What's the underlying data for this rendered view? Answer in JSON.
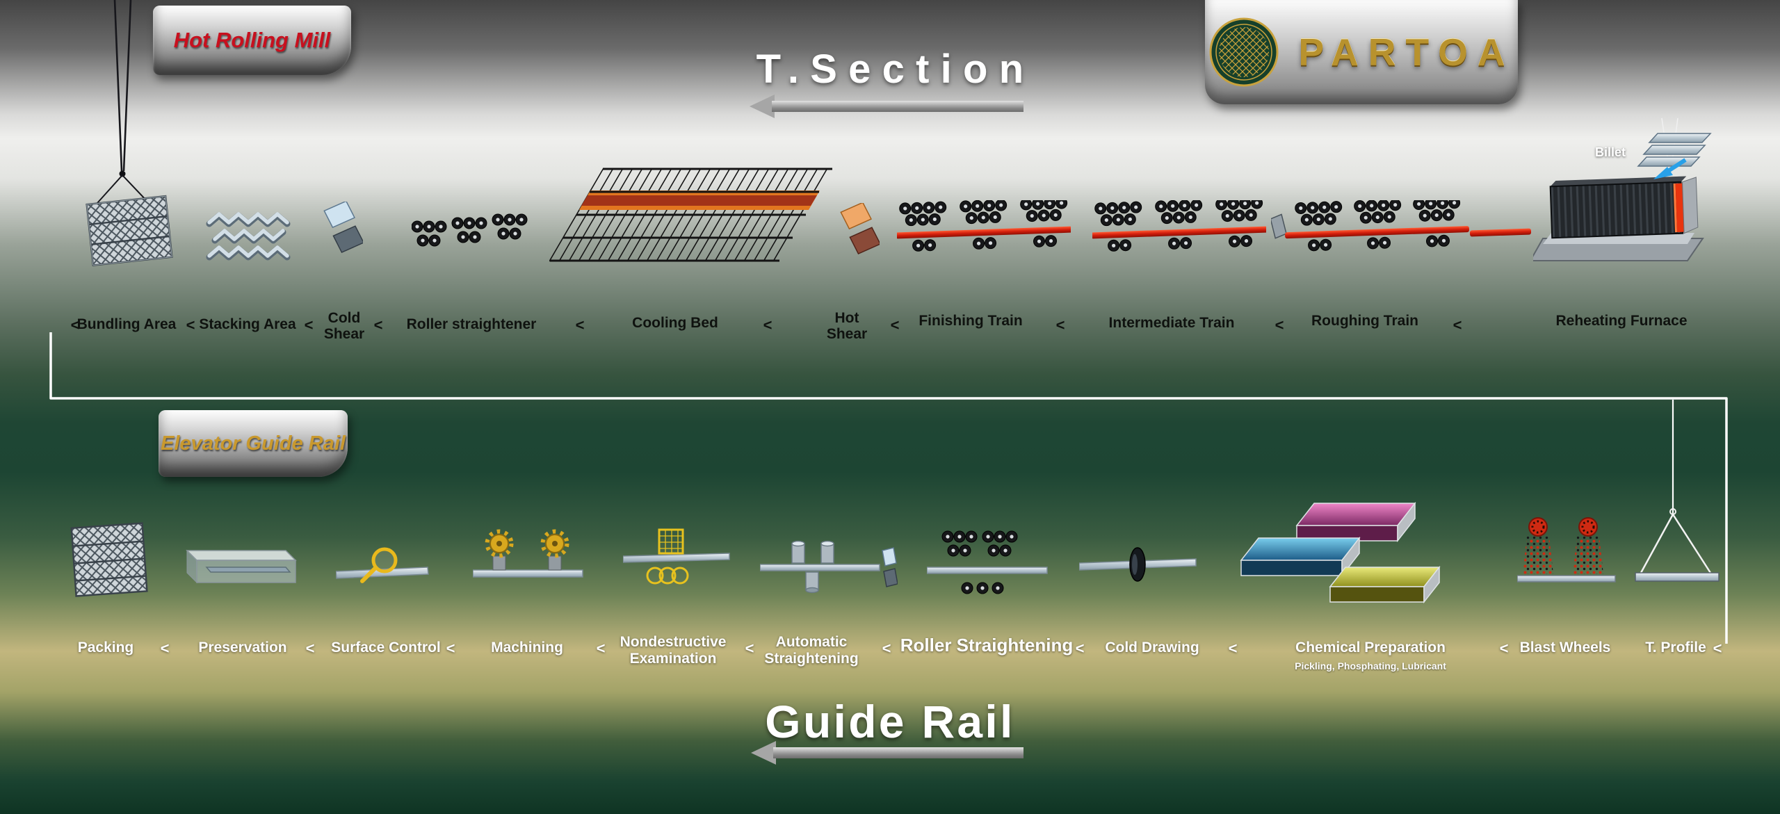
{
  "titles": {
    "top_flow": "T.Section",
    "bottom_flow": "Guide Rail"
  },
  "branding": {
    "mill_plaque": "Hot Rolling Mill",
    "line_plaque": "Elevator Guide Rail",
    "company": "PARTOA"
  },
  "separator": "<",
  "top_line": {
    "billet_label": "Billet",
    "stations": [
      {
        "label": "Bundling Area",
        "icon": "bundled-stack-icon"
      },
      {
        "label": "Stacking Area",
        "icon": "stacked-profiles-icon"
      },
      {
        "label": "Cold Shear",
        "icon": "shear-blades-icon"
      },
      {
        "label": "Roller straightener",
        "icon": "roller-cluster-icon"
      },
      {
        "label": "Cooling Bed",
        "icon": "cooling-bed-icon"
      },
      {
        "label": "Hot Shear",
        "icon": "hot-shear-blades-icon"
      },
      {
        "label": "Finishing Train",
        "icon": "roll-stand-train-icon"
      },
      {
        "label": "Intermediate Train",
        "icon": "roll-stand-train-icon"
      },
      {
        "label": "Roughing Train",
        "icon": "roll-stand-train-icon"
      },
      {
        "label": "Reheating Furnace",
        "icon": "furnace-icon"
      }
    ]
  },
  "bottom_line": {
    "stations": [
      {
        "label": "Packing",
        "icon": "bundle-stack-icon"
      },
      {
        "label": "Preservation",
        "icon": "immersion-tray-icon"
      },
      {
        "label": "Surface Control",
        "icon": "magnifier-icon"
      },
      {
        "label": "Machining",
        "icon": "gear-machines-icon"
      },
      {
        "label": "Nondestructive Examination",
        "icon": "test-coils-icon"
      },
      {
        "label": "Automatic Straightening",
        "icon": "press-cylinders-icon"
      },
      {
        "label": "Roller Straightening",
        "icon": "roller-cluster-icon"
      },
      {
        "label": "Cold Drawing",
        "icon": "drawing-die-icon"
      },
      {
        "label": "Chemical Preparation",
        "sublabel": "Pickling, Phosphating, Lubricant",
        "icon": "chemical-tanks-icon"
      },
      {
        "label": "Blast Wheels",
        "icon": "blast-wheels-icon"
      },
      {
        "label": "T. Profile",
        "icon": "hanging-profile-icon"
      }
    ]
  },
  "colors": {
    "hot_steel": "#d21e0c",
    "accent_gold": "#c9a23c",
    "flow_arrow": "#a6a6a6",
    "connector_line": "#ffffff",
    "plaque_text_red": "#c8101e"
  }
}
